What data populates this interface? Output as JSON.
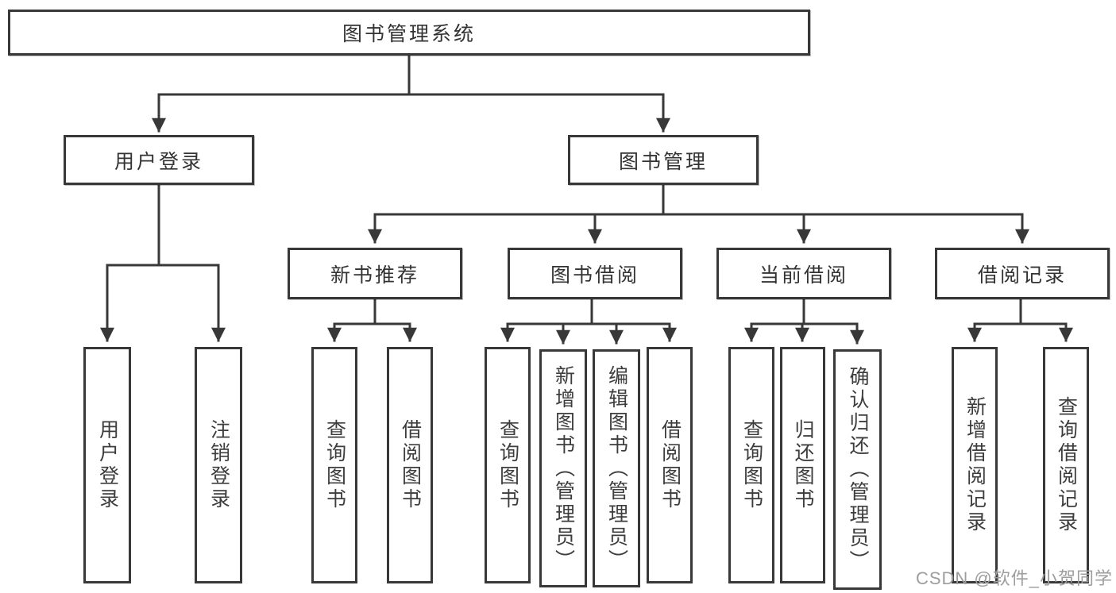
{
  "diagram_title": "图书管理系统",
  "tree": {
    "label": "图书管理系统",
    "children": [
      {
        "label": "用户登录",
        "children": [
          {
            "label": "用户登录"
          },
          {
            "label": "注销登录"
          }
        ]
      },
      {
        "label": "图书管理",
        "children": [
          {
            "label": "新书推荐",
            "children": [
              {
                "label": "查询图书"
              },
              {
                "label": "借阅图书"
              }
            ]
          },
          {
            "label": "图书借阅",
            "children": [
              {
                "label": "查询图书"
              },
              {
                "label": "新增图书（管理员）"
              },
              {
                "label": "编辑图书（管理员）"
              },
              {
                "label": "借阅图书"
              }
            ]
          },
          {
            "label": "当前借阅",
            "children": [
              {
                "label": "查询图书"
              },
              {
                "label": "归还图书"
              },
              {
                "label": "确认归还（管理员）"
              }
            ]
          },
          {
            "label": "借阅记录",
            "children": [
              {
                "label": "新增借阅记录"
              },
              {
                "label": "查询借阅记录"
              }
            ]
          }
        ]
      }
    ]
  },
  "watermark": {
    "text": "CSDN @软件_小贺同学"
  },
  "colors": {
    "line": "#383838",
    "box_border": "#383838",
    "text": "#333333",
    "watermark": "#9d9d9d",
    "background": "#ffffff"
  }
}
